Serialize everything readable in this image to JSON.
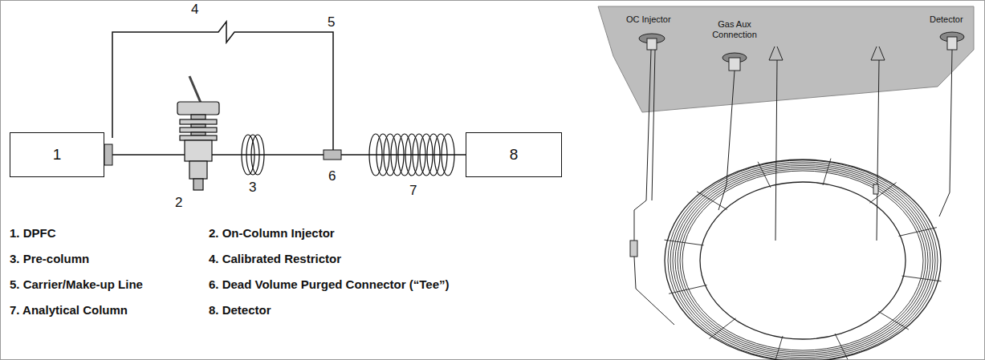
{
  "diagram": {
    "nodes": [
      {
        "text": [
          "1"
        ]
      },
      {
        "text": [
          "8"
        ]
      }
    ],
    "edges": [
      {
        "from": 0,
        "to": 1,
        "arrow": "none"
      }
    ],
    "labels": [
      "4",
      "5",
      "2",
      "3",
      "6",
      "7",
      "1. DPFC",
      "2. On-Column Injector",
      "3. Pre-column",
      "4. Calibrated Restrictor",
      "5. Carrier/Make-up Line",
      "6. Dead Volume Purged Connector (“Tee”)",
      "7. Analytical Column",
      "8. Detector",
      "OC Injector",
      "Gas Aux Connection",
      "Detector"
    ]
  }
}
